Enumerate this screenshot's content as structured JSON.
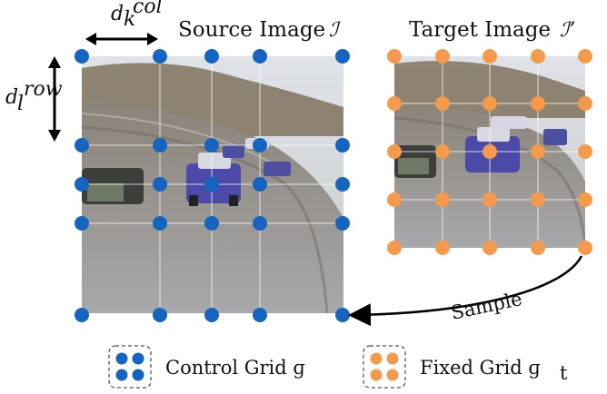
{
  "source": {
    "title": "Source Image",
    "symbol": "ℐ"
  },
  "target": {
    "title": "Target Image",
    "symbol": "ℐ’"
  },
  "annotations": {
    "col_spacing_base": "d",
    "col_spacing_sub": "k",
    "col_spacing_sup": "col",
    "row_spacing_base": "d",
    "row_spacing_sub": "l",
    "row_spacing_sup": "row",
    "sample_label": "Sample"
  },
  "legend": {
    "control_label": "Control Grid ɡ",
    "fixed_label": "Fixed Grid ɡ",
    "fixed_sub": "t"
  },
  "colors": {
    "control": "#1565c0",
    "fixed": "#f39a4c",
    "arrow": "#000000",
    "grid_line": "#ffffff"
  }
}
